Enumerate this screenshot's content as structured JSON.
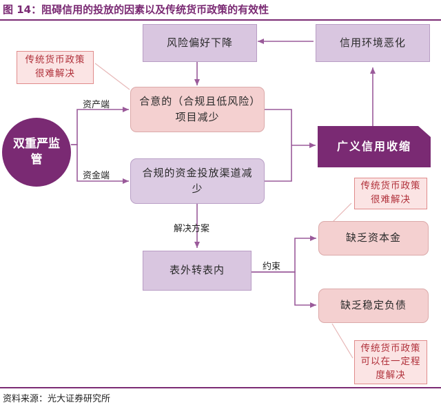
{
  "title": "图 14：阻碍信用的投放的因素以及传统货币政策的有效性",
  "source": "资料来源：光大证券研究所",
  "nodes": {
    "risk_pref": "风险偏好下降",
    "credit_env": "信用环境恶化",
    "note_top_left": "传统货币政策很难解决",
    "double_reg": "双重严监管",
    "asset_side": "资产端",
    "fund_side": "资金端",
    "compliant_projects": "合意的（合规且低风险）项目减少",
    "compliant_channels": "合规的资金投放渠道减少",
    "broad_credit": "广义信用收缩",
    "solution": "解决方案",
    "off_to_on": "表外转表内",
    "constraint": "约束",
    "lack_capital": "缺乏资本金",
    "lack_stable_debt": "缺乏稳定负债",
    "note_capital": "传统货币政策很难解决",
    "note_debt": "传统货币政策可以在一定程度解决"
  },
  "colors": {
    "accent": "#7a2a73",
    "arrow": "#9a5a9a",
    "lavender": "#d9c6e0",
    "pink": "#f4d0d0",
    "note_text": "#b0303a"
  }
}
